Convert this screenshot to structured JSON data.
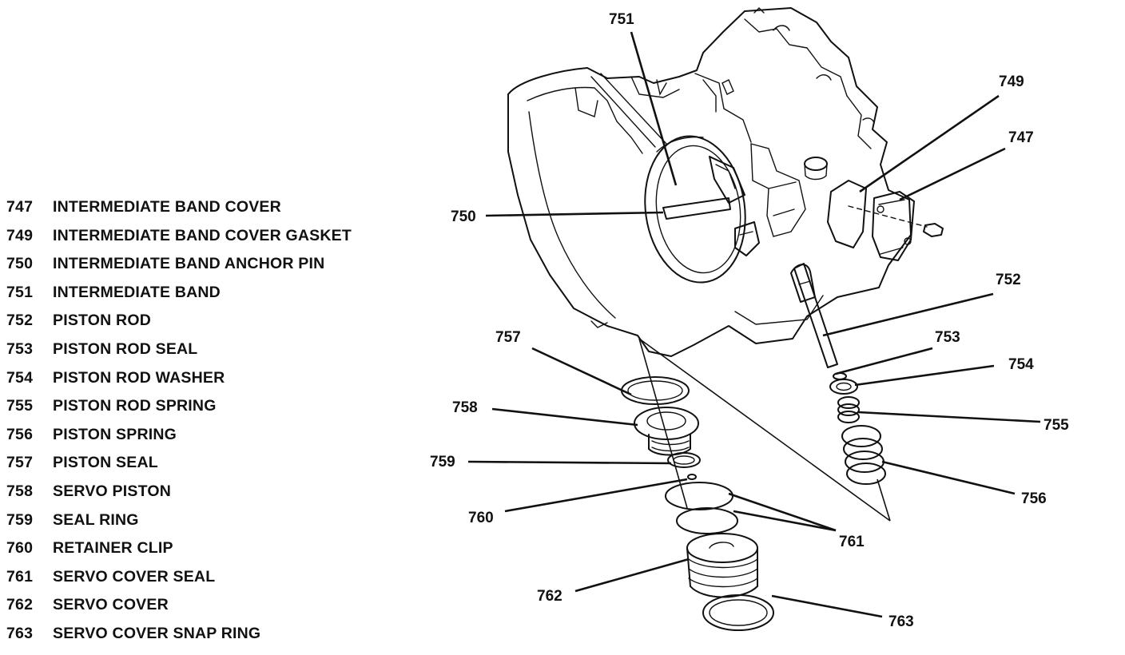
{
  "legend": [
    {
      "number": "747",
      "name": "INTERMEDIATE BAND COVER"
    },
    {
      "number": "749",
      "name": "INTERMEDIATE BAND COVER GASKET"
    },
    {
      "number": "750",
      "name": "INTERMEDIATE BAND ANCHOR PIN"
    },
    {
      "number": "751",
      "name": "INTERMEDIATE BAND"
    },
    {
      "number": "752",
      "name": "PISTON ROD"
    },
    {
      "number": "753",
      "name": "PISTON ROD SEAL"
    },
    {
      "number": "754",
      "name": "PISTON ROD WASHER"
    },
    {
      "number": "755",
      "name": "PISTON ROD SPRING"
    },
    {
      "number": "756",
      "name": "PISTON SPRING"
    },
    {
      "number": "757",
      "name": "PISTON SEAL"
    },
    {
      "number": "758",
      "name": "SERVO PISTON"
    },
    {
      "number": "759",
      "name": "SEAL RING"
    },
    {
      "number": "760",
      "name": "RETAINER CLIP"
    },
    {
      "number": "761",
      "name": "SERVO COVER SEAL"
    },
    {
      "number": "762",
      "name": "SERVO COVER"
    },
    {
      "number": "763",
      "name": "SERVO COVER SNAP RING"
    }
  ],
  "callouts": {
    "c747": "747",
    "c749": "749",
    "c750": "750",
    "c751": "751",
    "c752": "752",
    "c753": "753",
    "c754": "754",
    "c755": "755",
    "c756": "756",
    "c757": "757",
    "c758": "758",
    "c759": "759",
    "c760": "760",
    "c761": "761",
    "c762": "762",
    "c763": "763"
  }
}
